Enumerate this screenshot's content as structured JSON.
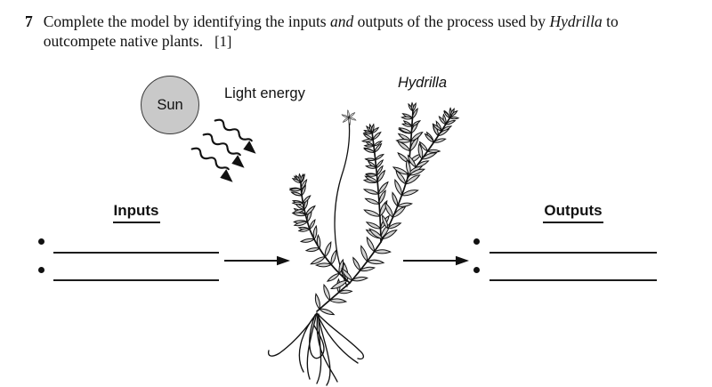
{
  "question": {
    "number": "7",
    "part1": "Complete the model by identifying the inputs ",
    "italic1": "and",
    "part2": " outputs of the process used by ",
    "italic2": "Hydrilla",
    "part3": " to",
    "part4": "outcompete native plants.",
    "marks": "[1]"
  },
  "diagram": {
    "sun_label": "Sun",
    "light_energy_label": "Light energy",
    "hydrilla_label": "Hydrilla",
    "inputs": {
      "heading": "Inputs",
      "bullet": "•",
      "blanks": [
        "",
        ""
      ]
    },
    "outputs": {
      "heading": "Outputs",
      "bullet": "•",
      "blanks": [
        "",
        ""
      ]
    }
  },
  "colors": {
    "ink": "#111111",
    "sun_fill": "#c9c9c9",
    "leaf_fill": "#d2d2d2",
    "background": "#ffffff"
  }
}
